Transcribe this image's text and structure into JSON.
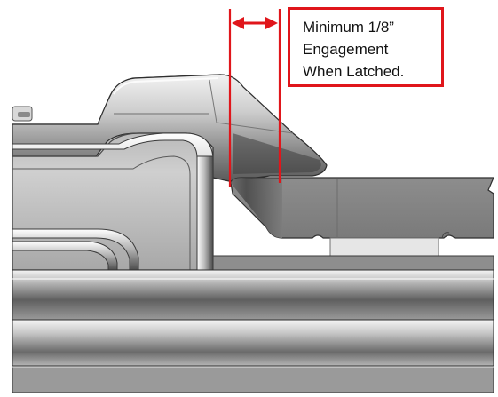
{
  "callout": {
    "lines": [
      "Minimum 1/8”",
      "Engagement",
      "When Latched."
    ]
  },
  "colors": {
    "annotation": "#e0161b",
    "metal_light": "#e9e9e9",
    "metal_mid": "#a6a6a6",
    "metal_dark": "#3c3c3c",
    "pad": "#e6e6e6"
  },
  "icons": {
    "dimension_arrow": "double-headed-arrow",
    "guide_lines": "vertical-extension-lines"
  }
}
